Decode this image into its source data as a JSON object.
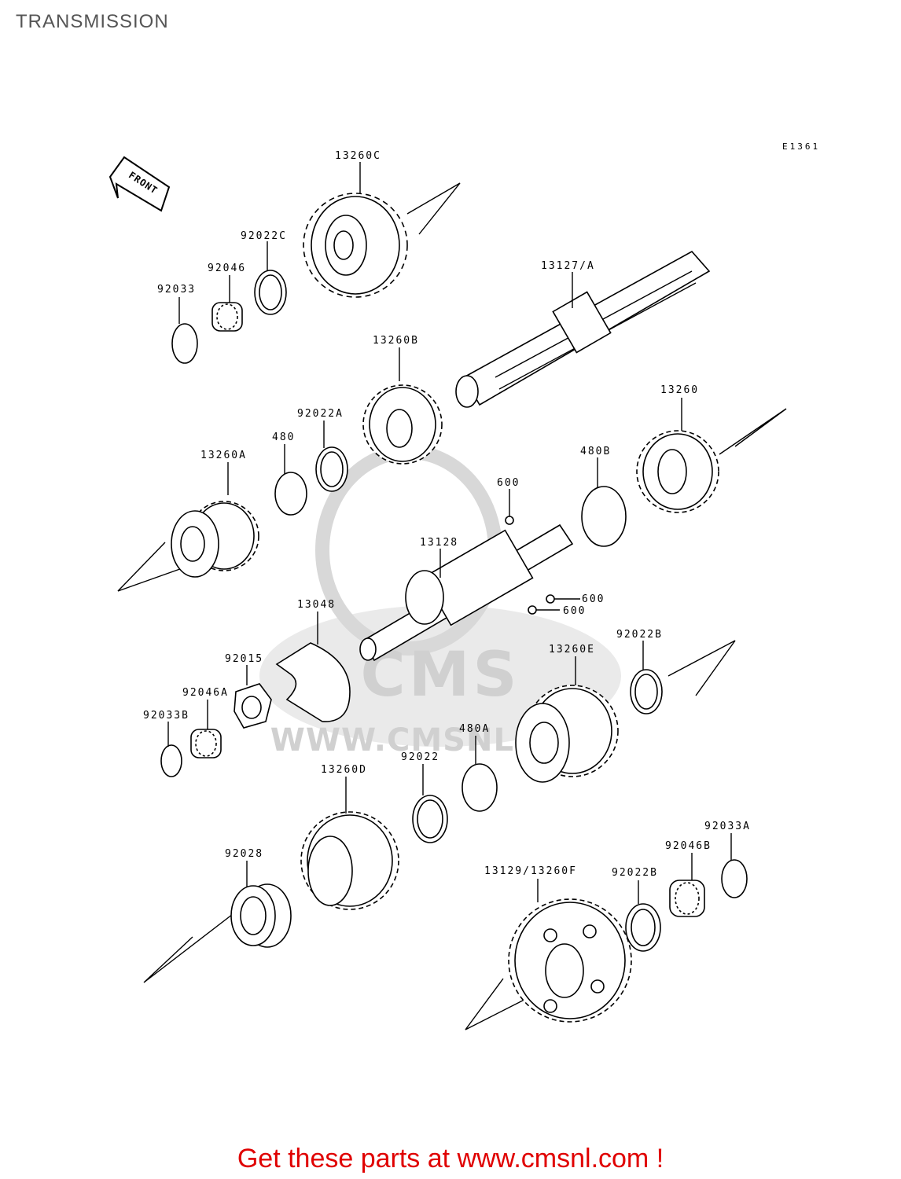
{
  "page": {
    "title": "TRANSMISSION"
  },
  "diagram": {
    "code": "E1361",
    "front_badge": "FRONT",
    "watermark": {
      "logo_text": "CMS",
      "url_text": "WWW.CMSNL.COM"
    },
    "labels": {
      "p13260C": "13260C",
      "p92022C": "92022C",
      "p92046": "92046",
      "p92033": "92033",
      "p13127A": "13127/A",
      "p13260B": "13260B",
      "p92022A": "92022A",
      "p480": "480",
      "p13260A": "13260A",
      "p13260": "13260",
      "p480B": "480B",
      "p600a": "600",
      "p13128": "13128",
      "p600b": "600",
      "p600c": "600",
      "p13048": "13048",
      "p92022B_a": "92022B",
      "p13260E": "13260E",
      "p92015": "92015",
      "p92046A": "92046A",
      "p92033B": "92033B",
      "p480A": "480A",
      "p92022": "92022",
      "p13260D": "13260D",
      "p92033A": "92033A",
      "p92046B": "92046B",
      "p92028": "92028",
      "p13129": "13129/13260F",
      "p92022B_b": "92022B"
    }
  },
  "footer": {
    "text": "Get these parts at www.cmsnl.com !"
  },
  "colors": {
    "footer": "#e00000",
    "title": "#555555",
    "watermark": "#d8d8d8"
  }
}
